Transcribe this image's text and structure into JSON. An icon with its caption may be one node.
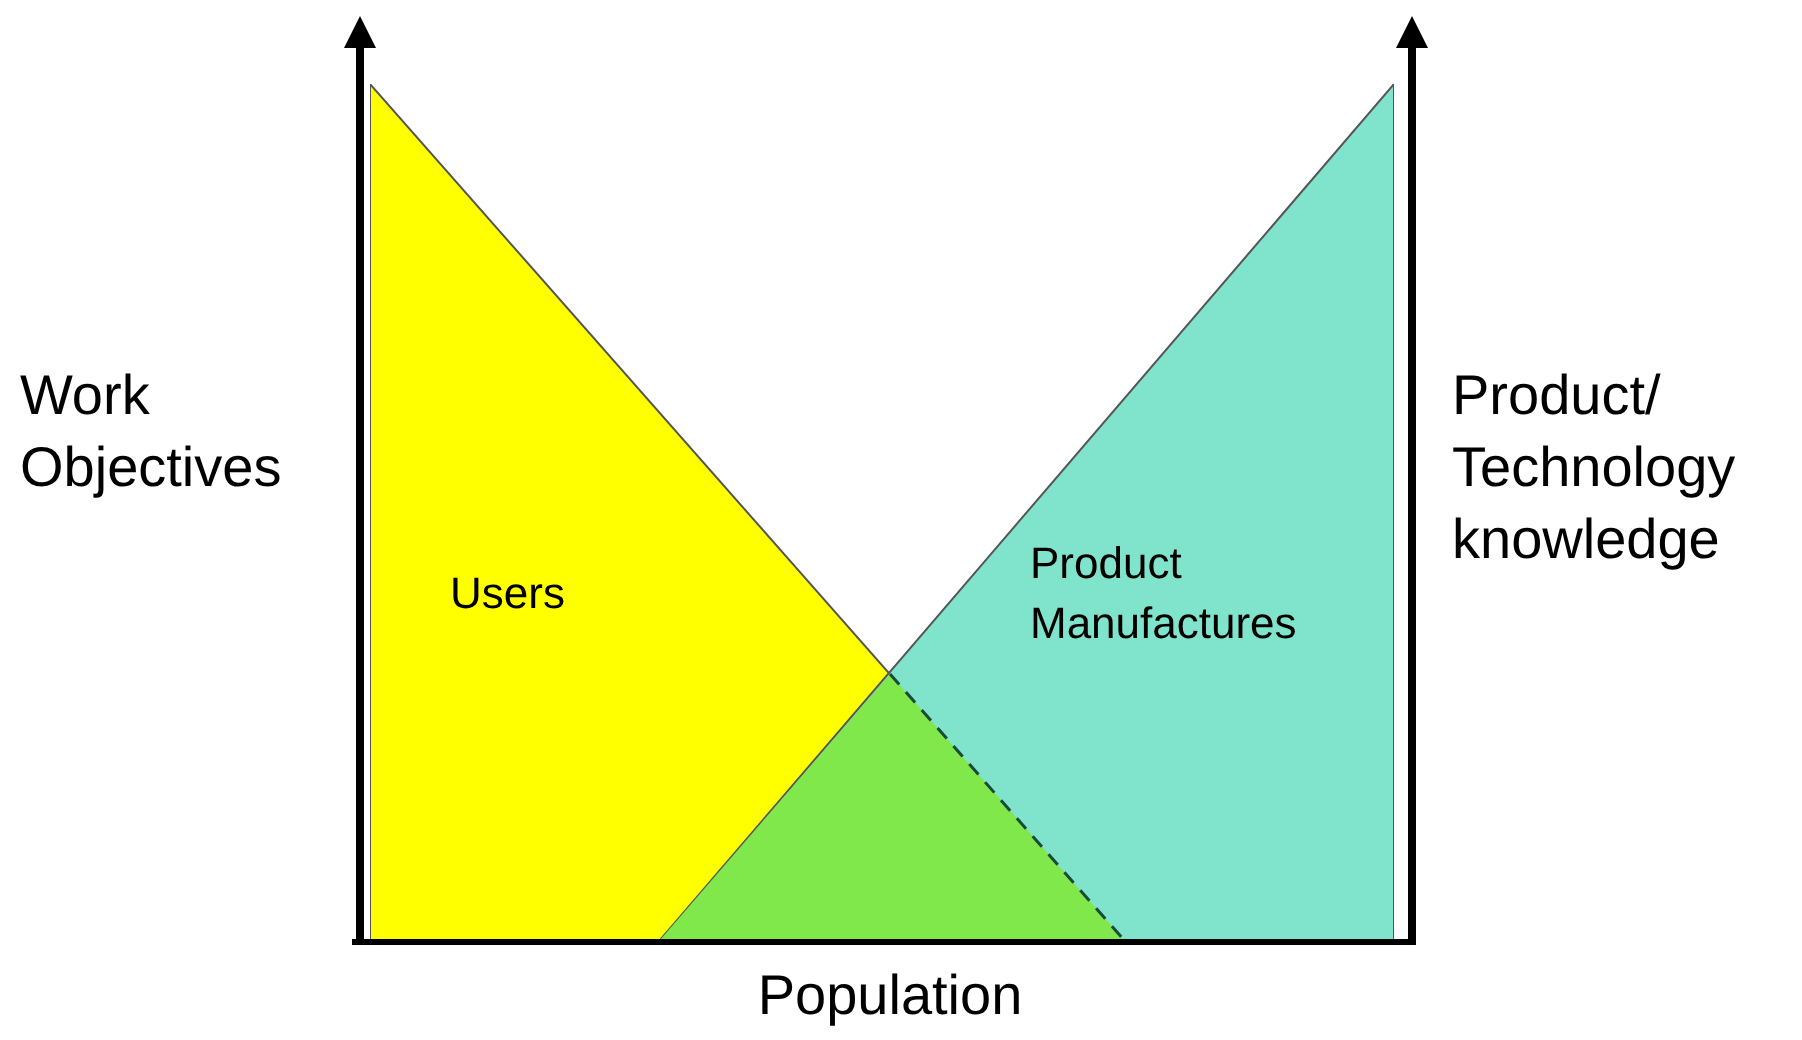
{
  "diagram": {
    "nodes": [
      {
        "text": [
          "Users"
        ]
      },
      {
        "text": [
          "Product Manufactures"
        ]
      }
    ],
    "labels": [
      "Work Objectives",
      "Product/ Technology knowledge",
      "Population"
    ]
  }
}
